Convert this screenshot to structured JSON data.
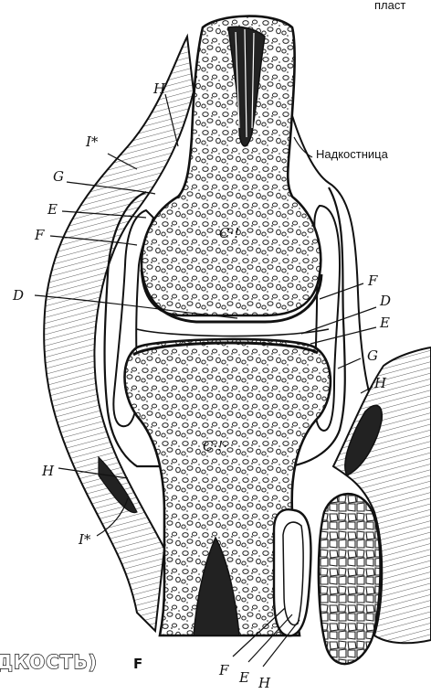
{
  "labels": {
    "top_right": "пласт",
    "periosteum": "Надкостница",
    "H_top": "H",
    "I_top": "I*",
    "G_left": "G",
    "E_left": "E",
    "F_left": "F",
    "D_left": "D",
    "C_top": "C·!",
    "F_right": "F",
    "D_right": "D",
    "E_right": "E",
    "G_right": "G",
    "H_right": "H",
    "C_bottom": "C·!·",
    "H_left_low": "H",
    "I_bottom": "I*",
    "F_bottom": "F",
    "E_bottom": "E",
    "H_bottom": "H"
  },
  "title": {
    "text": "ДКОСТЬ)",
    "suffix": "F"
  }
}
